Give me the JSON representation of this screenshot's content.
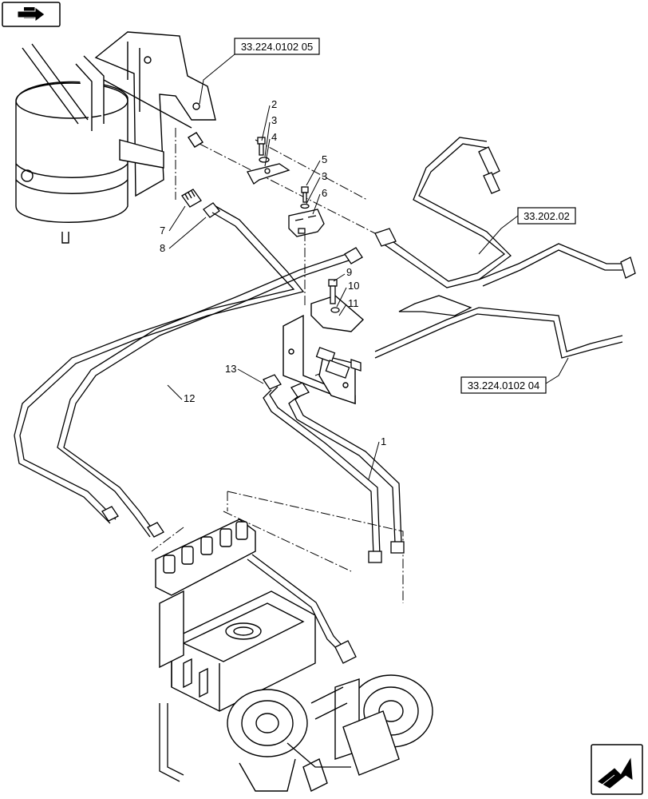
{
  "nav": {
    "prev_icon": "back-arrow-icon",
    "next_icon": "forward-arrow-icon"
  },
  "references": {
    "ref_top": "33.224.0102 05",
    "ref_mid": "33.202.02",
    "ref_bottom": "33.224.0102 04"
  },
  "callouts": {
    "c1": "1",
    "c2": "2",
    "c3a": "3",
    "c4": "4",
    "c5": "5",
    "c3b": "3",
    "c6": "6",
    "c7": "7",
    "c8": "8",
    "c9": "9",
    "c10": "10",
    "c11": "11",
    "c12": "12",
    "c13": "13"
  }
}
